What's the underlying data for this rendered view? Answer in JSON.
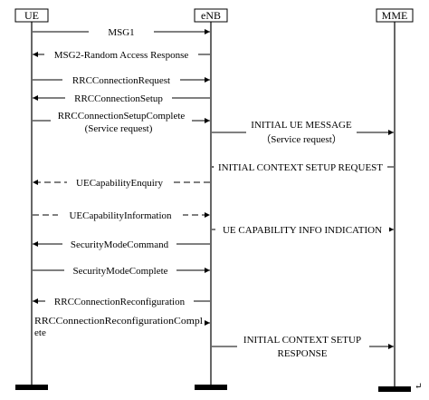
{
  "entities": [
    {
      "id": "ue",
      "label": "UE"
    },
    {
      "id": "enb",
      "label": "eNB"
    },
    {
      "id": "mme",
      "label": "MME"
    }
  ],
  "messages": [
    {
      "id": "msg1",
      "lines": [
        "MSG1"
      ],
      "from": "ue",
      "to": "enb",
      "style": "solid"
    },
    {
      "id": "msg2",
      "lines": [
        "MSG2-Random Access Response"
      ],
      "from": "enb",
      "to": "ue",
      "style": "solid"
    },
    {
      "id": "rrc-connection-request",
      "lines": [
        "RRCConnectionRequest"
      ],
      "from": "ue",
      "to": "enb",
      "style": "solid"
    },
    {
      "id": "rrc-connection-setup",
      "lines": [
        "RRCConnectionSetup"
      ],
      "from": "enb",
      "to": "ue",
      "style": "solid"
    },
    {
      "id": "rrc-connection-setup-complete",
      "lines": [
        "RRCConnectionSetupComplete",
        "(Service request)"
      ],
      "from": "ue",
      "to": "enb",
      "style": "solid"
    },
    {
      "id": "initial-ue-message",
      "lines": [
        "INITIAL UE MESSAGE",
        "（Service request）"
      ],
      "from": "enb",
      "to": "mme",
      "style": "solid"
    },
    {
      "id": "initial-context-setup-request",
      "lines": [
        "INITIAL CONTEXT SETUP REQUEST"
      ],
      "from": "mme",
      "to": "enb",
      "style": "solid"
    },
    {
      "id": "ue-capability-enquiry",
      "lines": [
        "UECapabilityEnquiry"
      ],
      "from": "enb",
      "to": "ue",
      "style": "dashed"
    },
    {
      "id": "ue-capability-information",
      "lines": [
        "UECapabilityInformation"
      ],
      "from": "ue",
      "to": "enb",
      "style": "dashed"
    },
    {
      "id": "ue-capability-info-indication",
      "lines": [
        "UE CAPABILITY INFO INDICATION"
      ],
      "from": "enb",
      "to": "mme",
      "style": "solid"
    },
    {
      "id": "security-mode-command",
      "lines": [
        "SecurityModeCommand"
      ],
      "from": "enb",
      "to": "ue",
      "style": "solid"
    },
    {
      "id": "security-mode-complete",
      "lines": [
        "SecurityModeComplete"
      ],
      "from": "ue",
      "to": "enb",
      "style": "solid"
    },
    {
      "id": "rrc-connection-reconfiguration",
      "lines": [
        "RRCConnectionReconfiguration"
      ],
      "from": "enb",
      "to": "ue",
      "style": "solid"
    },
    {
      "id": "rrc-connection-reconfiguration-complete",
      "lines": [
        "RRCConnectionReconfigurationCompl",
        "ete"
      ],
      "from": "ue",
      "to": "enb",
      "style": "solid"
    },
    {
      "id": "initial-context-setup-response",
      "lines": [
        "INITIAL CONTEXT SETUP",
        "RESPONSE"
      ],
      "from": "enb",
      "to": "mme",
      "style": "solid"
    }
  ],
  "return_mark": "↵"
}
